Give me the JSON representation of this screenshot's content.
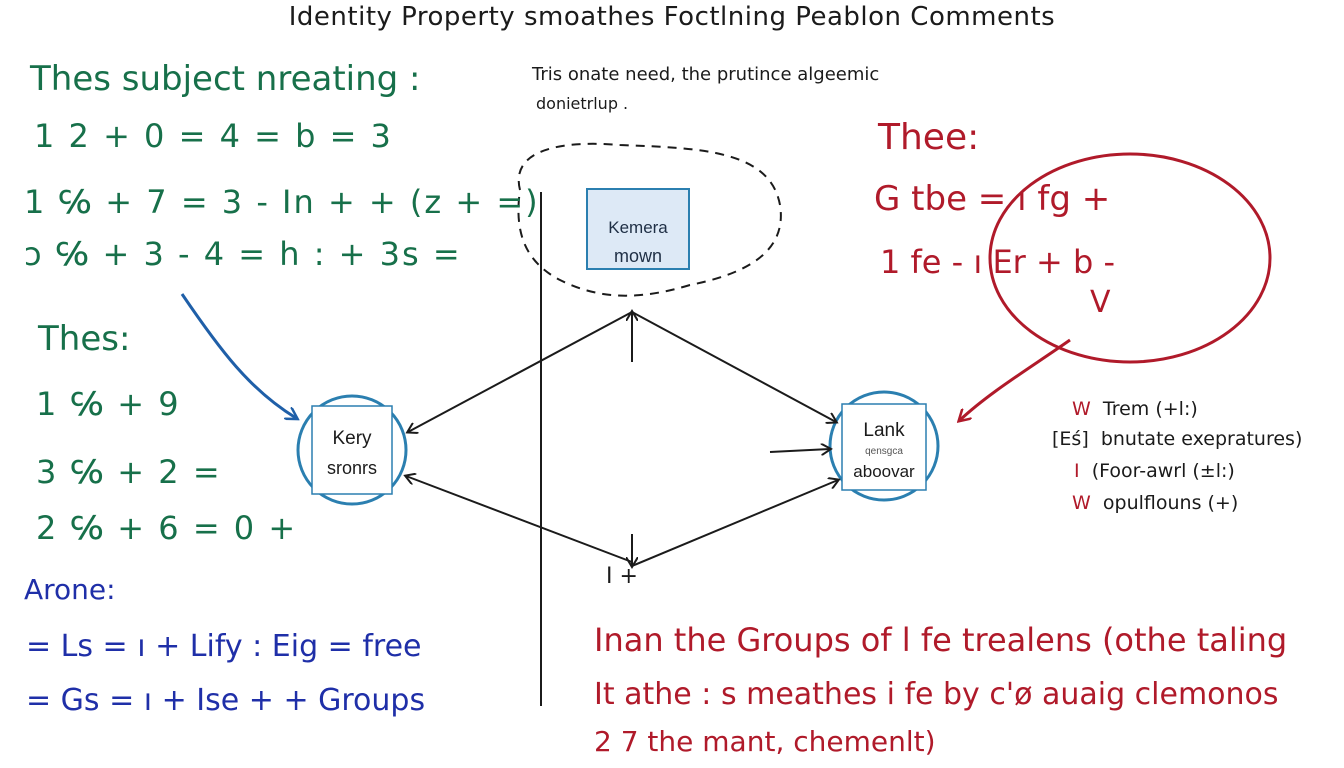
{
  "title": "Identity Property smoathes Foctlning Peablon Comments",
  "left_column": {
    "heading": "Thes subject nreating :",
    "equations": [
      "1 2  + 0 = 4 = b = 3",
      "1 ℅  + 7 = 3 - In + + (z + =)",
      "ɔ ℅  + 3 - 4 = h : + 3s ="
    ],
    "second_label": "Thes:",
    "second_equations": [
      "1 ℅ + 9",
      "3 ℅ + 2 =",
      "2 ℅ + 6 = 0 +"
    ]
  },
  "arone": {
    "label": "Arone:",
    "lines": [
      "= Ls = ı + Lify : Eig = free",
      "= Gs = ı + Ise + + Groups"
    ]
  },
  "center_note": {
    "line1": "Tris onate need, the prutince algeemic",
    "line2": "donietrlup ."
  },
  "nodes": {
    "top": {
      "line1": "Kemera",
      "line2": "mown"
    },
    "left": {
      "line1": "Kery",
      "line2": "sronrs"
    },
    "right": {
      "line1": "Lank",
      "line2": "qensgca",
      "line3": "aboovar"
    },
    "bottom": {
      "label": "I +"
    }
  },
  "right_panel": {
    "heading": "Thee:",
    "line1": "G tbe =   ı fg +",
    "line2": "1 fe -   ı Er + b -",
    "line3": "V"
  },
  "legend": [
    {
      "mark": "W",
      "text": "Trem (+l:)"
    },
    {
      "mark": "[Eś]",
      "text": "bnutate exepratures)"
    },
    {
      "mark": "I",
      "text": "(Foor-awrl (±l:)"
    },
    {
      "mark": "W",
      "text": "opulflouns (+)"
    }
  ],
  "bottom_text": {
    "line1": "Inan the Groups of l fe trealens (othe taling",
    "line2": "It athe : s meathes i fe by c'ø auaig clemonos",
    "line3": "2 7 the mant, chemenlt)"
  },
  "colors": {
    "green": "#17704a",
    "blue": "#1f2fa8",
    "red": "#b01a2a",
    "node_outline": "#2b7fb0",
    "node_fill": "#dde9f6"
  }
}
